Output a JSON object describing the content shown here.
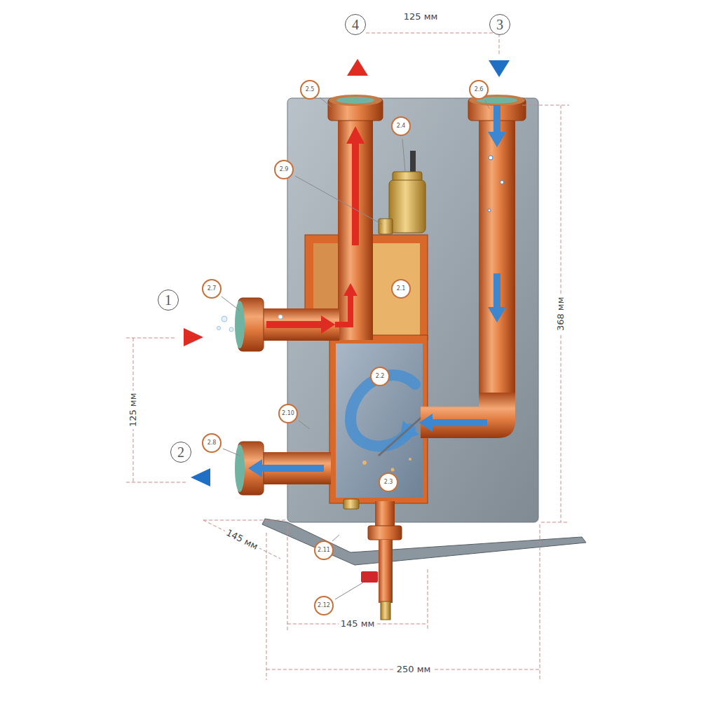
{
  "diagram": {
    "nodes": [
      {
        "text": [
          "4"
        ]
      },
      {
        "text": [
          "3"
        ]
      },
      {
        "text": [
          "2.5"
        ]
      },
      {
        "text": [
          "2.6"
        ]
      },
      {
        "text": [
          "2.4"
        ]
      },
      {
        "text": [
          "2.9"
        ]
      },
      {
        "text": [
          "2.7"
        ]
      },
      {
        "text": [
          "2.1"
        ]
      },
      {
        "text": [
          "1"
        ]
      },
      {
        "text": [
          "2.2"
        ]
      },
      {
        "text": [
          "2.10"
        ]
      },
      {
        "text": [
          "2.8"
        ]
      },
      {
        "text": [
          "2"
        ]
      },
      {
        "text": [
          "2.3"
        ]
      },
      {
        "text": [
          "2.11"
        ]
      },
      {
        "text": [
          "2.12"
        ]
      }
    ],
    "labels": [
      "125 мм",
      "368 мм",
      "125 мм",
      "145 мм",
      "145 мм",
      "250 мм"
    ]
  }
}
